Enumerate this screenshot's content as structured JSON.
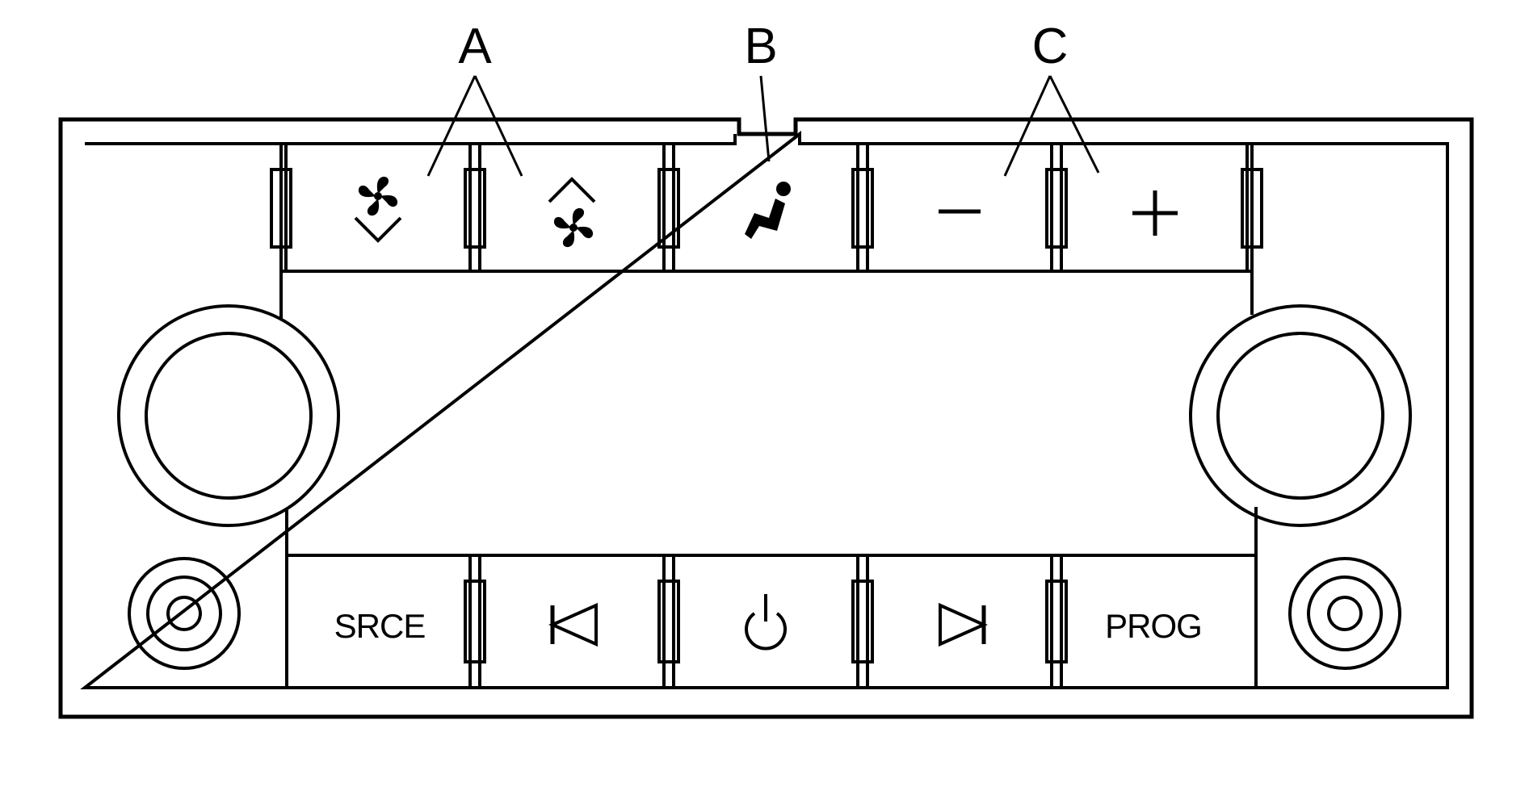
{
  "callouts": {
    "a": "A",
    "b": "B",
    "c": "C"
  },
  "buttons": {
    "source_label": "SRCE",
    "program_label": "PROG",
    "fan_down_icon": "fan-down-icon",
    "fan_up_icon": "fan-up-icon",
    "seat_icon": "seated-person-icon",
    "minus_icon": "minus-icon",
    "plus_icon": "plus-icon",
    "previous_icon": "seek-back-icon",
    "power_icon": "power-icon",
    "next_icon": "seek-forward-icon"
  },
  "colors": {
    "line": "#000000",
    "background": "#ffffff"
  }
}
